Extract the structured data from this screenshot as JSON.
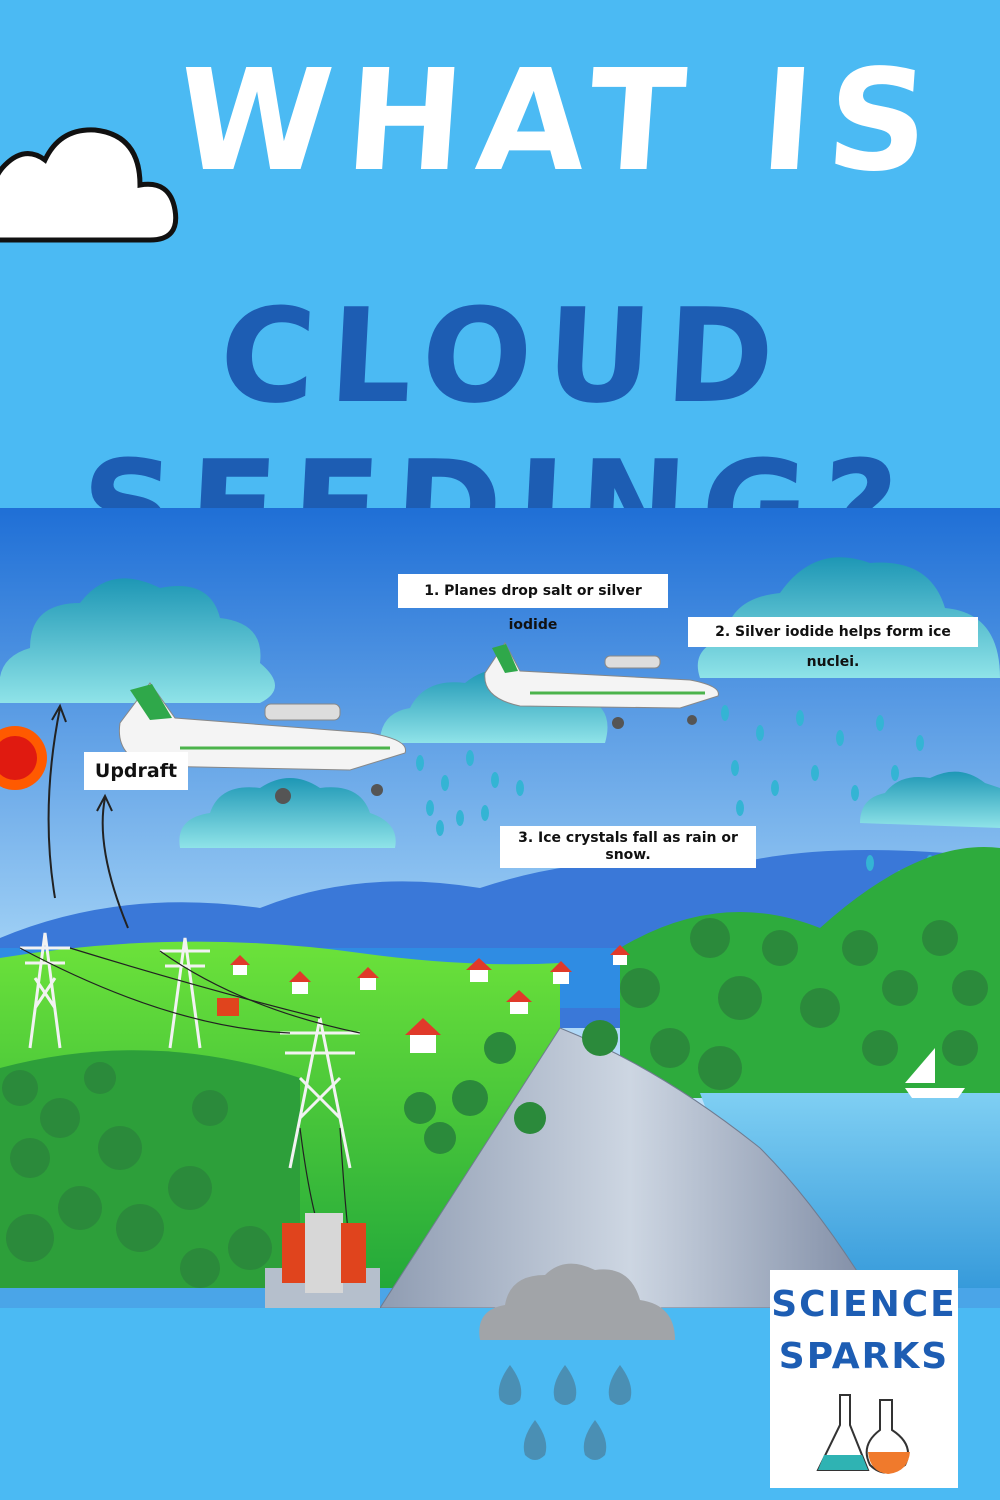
{
  "title": {
    "line1": "WHAT IS",
    "line2": "CLOUD SEEDING?"
  },
  "diagram": {
    "steps": [
      "1. Planes drop salt or silver iodide",
      "2. Silver iodide helps form ice nuclei.",
      "3. Ice crystals fall as rain or snow."
    ],
    "updraft_label": "Updraft"
  },
  "logo": {
    "line1": "SCIENCE",
    "line2": "SPARKS"
  },
  "colors": {
    "background": "#4bbaf3",
    "title_white": "#ffffff",
    "title_blue": "#1d5db3",
    "sky_top": "#1f6fd6",
    "cloud": "#33b3c7",
    "grass": "#3ec93a",
    "dam": "#b8c3d3"
  },
  "icons": [
    "cloud-icon",
    "sun-icon",
    "plane-icon",
    "raindrop-icon",
    "pylon-icon",
    "house-icon",
    "tree-icon",
    "dam-icon",
    "sailboat-icon",
    "rain-cloud-icon",
    "flask-icon"
  ]
}
